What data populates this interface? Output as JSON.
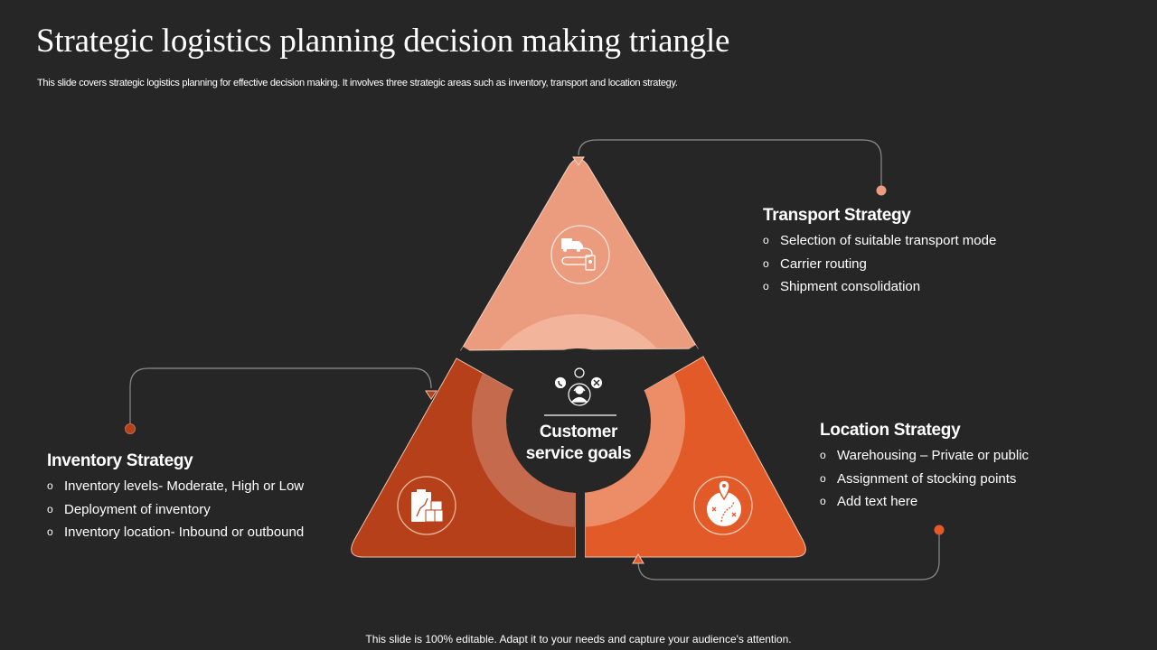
{
  "slide": {
    "title": "Strategic logistics planning decision making triangle",
    "subtitle": "This slide covers strategic logistics planning for effective decision making. It involves three strategic areas such as inventory, transport and location strategy.",
    "footer": "This slide is 100% editable. Adapt it to your needs and capture your audience's attention."
  },
  "center": {
    "label_line1": "Customer",
    "label_line2": "service goals",
    "icon": "customer-service-icon"
  },
  "segments": [
    {
      "id": "transport",
      "heading": "Transport Strategy",
      "icon": "truck-route-icon",
      "color": "#EB9C7E",
      "bullet": "o",
      "items": [
        "Selection of suitable transport mode",
        "Carrier routing",
        "Shipment consolidation"
      ]
    },
    {
      "id": "inventory",
      "heading": "Inventory Strategy",
      "icon": "inventory-boxes-icon",
      "color": "#B5401A",
      "bullet": "o",
      "items": [
        "Inventory levels- Moderate, High or Low",
        "Deployment of inventory",
        "Inventory location- Inbound or outbound"
      ]
    },
    {
      "id": "location",
      "heading": "Location Strategy",
      "icon": "location-map-icon",
      "color": "#E35A29",
      "bullet": "o",
      "items": [
        "Warehousing – Private or public",
        "Assignment of stocking points",
        "Add text here"
      ]
    }
  ],
  "colors": {
    "background": "#262626",
    "ring_top": "#F2B59C",
    "ring_left": "#C66A4E",
    "ring_right": "#EC8D68",
    "connector": "#8C8C8C"
  }
}
